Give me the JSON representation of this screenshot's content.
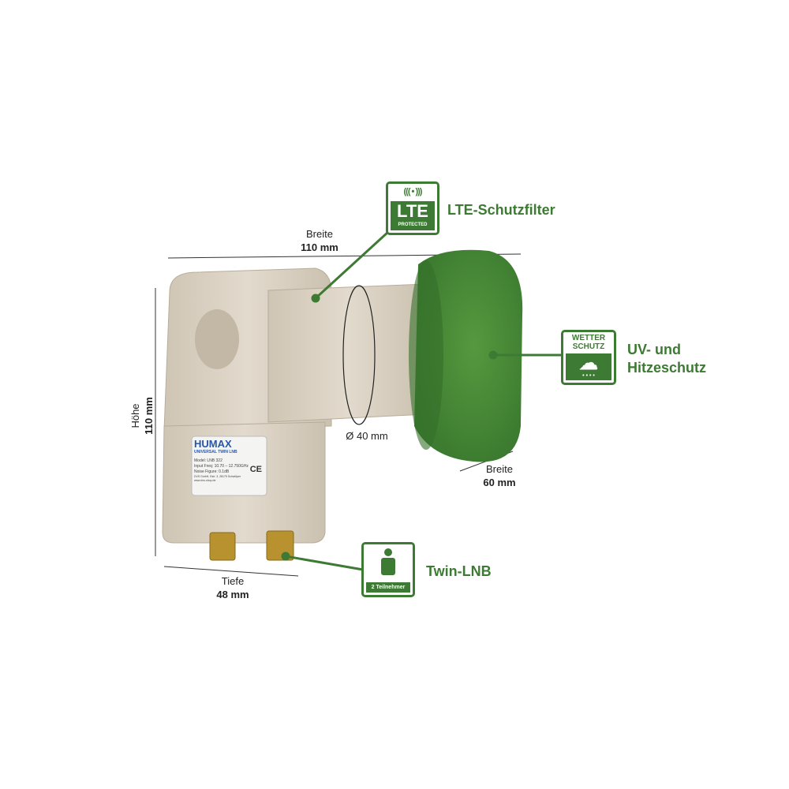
{
  "dimensions": {
    "width_total": {
      "label": "Breite",
      "value": "110 mm"
    },
    "height": {
      "label": "Höhe",
      "value": "110 mm"
    },
    "depth": {
      "label": "Tiefe",
      "value": "48 mm"
    },
    "diameter": {
      "value": "Ø 40 mm"
    },
    "cap_width": {
      "label": "Breite",
      "value": "60 mm"
    }
  },
  "features": [
    {
      "badge_top": "((( • )))",
      "badge_main": "LTE",
      "badge_sub": "PROTECTED",
      "label": "LTE-Schutzfilter"
    },
    {
      "badge_top": "WETTER SCHUTZ",
      "label_line1": "UV- und",
      "label_line2": "Hitzeschutz"
    },
    {
      "badge_sub": "2 Teilnehmer",
      "label": "Twin-LNB"
    }
  ],
  "product_label": {
    "brand": "HUMAX",
    "subtitle": "UNIVERSAL TWIN LNB",
    "model": "Model: LNB 322",
    "freq": "Input Freq: 10.70 – 12.750GHz",
    "noise": "Noise Figure: 0.1dB",
    "maker": "DVS GmbH, Estr. 3, 28175 Schwülper",
    "web": "www.dvs-shop.de",
    "ce": "CE"
  },
  "colors": {
    "accent": "#3d7a33",
    "body": "#d9d0c1",
    "cap": "#4a8a3c"
  }
}
